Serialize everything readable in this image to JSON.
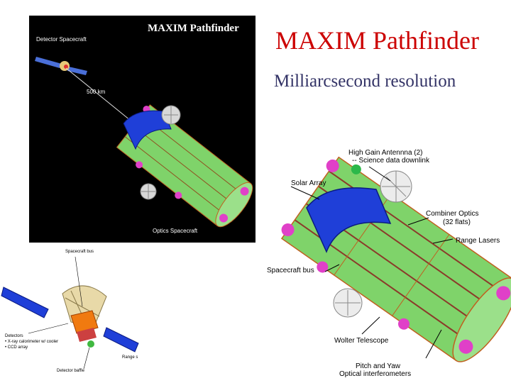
{
  "slide": {
    "title": "MAXIM Pathfinder",
    "subtitle": "Milliarcsecond resolution"
  },
  "figure_top": {
    "title": "MAXIM Pathfinder",
    "detector_label": "Detector Spacecraft",
    "distance_label": "500 km",
    "optics_label": "Optics Spacecraft"
  },
  "figure_main": {
    "high_gain_line1": "High Gain Antennna (2)",
    "high_gain_line2": "-- Science data downlink",
    "solar_array": "Solar Array",
    "combiner_line1": "Combiner Optics",
    "combiner_line2": "(32 flats)",
    "range_lasers": "Range Lasers",
    "spacecraft_bus": "Spacecraft bus",
    "wolter": "Wolter Telescope",
    "pitch_line1": "Pitch and Yaw",
    "pitch_line2": "Optical interferometers"
  },
  "figure_detector": {
    "spacecraft_bus": "Spacecraft bus",
    "detectors_line1": "Detectors",
    "detectors_line2": "• X-ray calorimeter w/ cooler",
    "detectors_line3": "• CCD array",
    "ranges": "Range s",
    "baffle": "Detector baffle"
  },
  "colors": {
    "title": "#cc0000",
    "subtitle": "#333366",
    "solar_panel": "#1f3fd8",
    "tube": "#7fd36a",
    "pink": "#e040c8"
  }
}
